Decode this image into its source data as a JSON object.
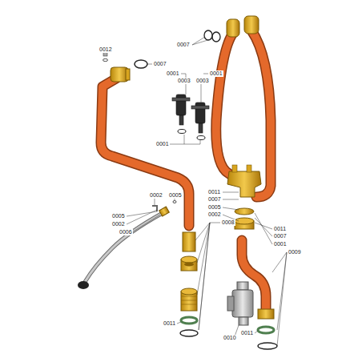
{
  "diagram": {
    "labels": [
      "0012",
      "0007",
      "0007",
      "0001",
      "0003",
      "0003",
      "0001",
      "0001",
      "0011",
      "0007",
      "0005",
      "0002",
      "0002",
      "0005",
      "0008",
      "0005",
      "0002",
      "0006",
      "0011",
      "0007",
      "0001",
      "0009",
      "0011",
      "0010",
      "0011"
    ]
  }
}
